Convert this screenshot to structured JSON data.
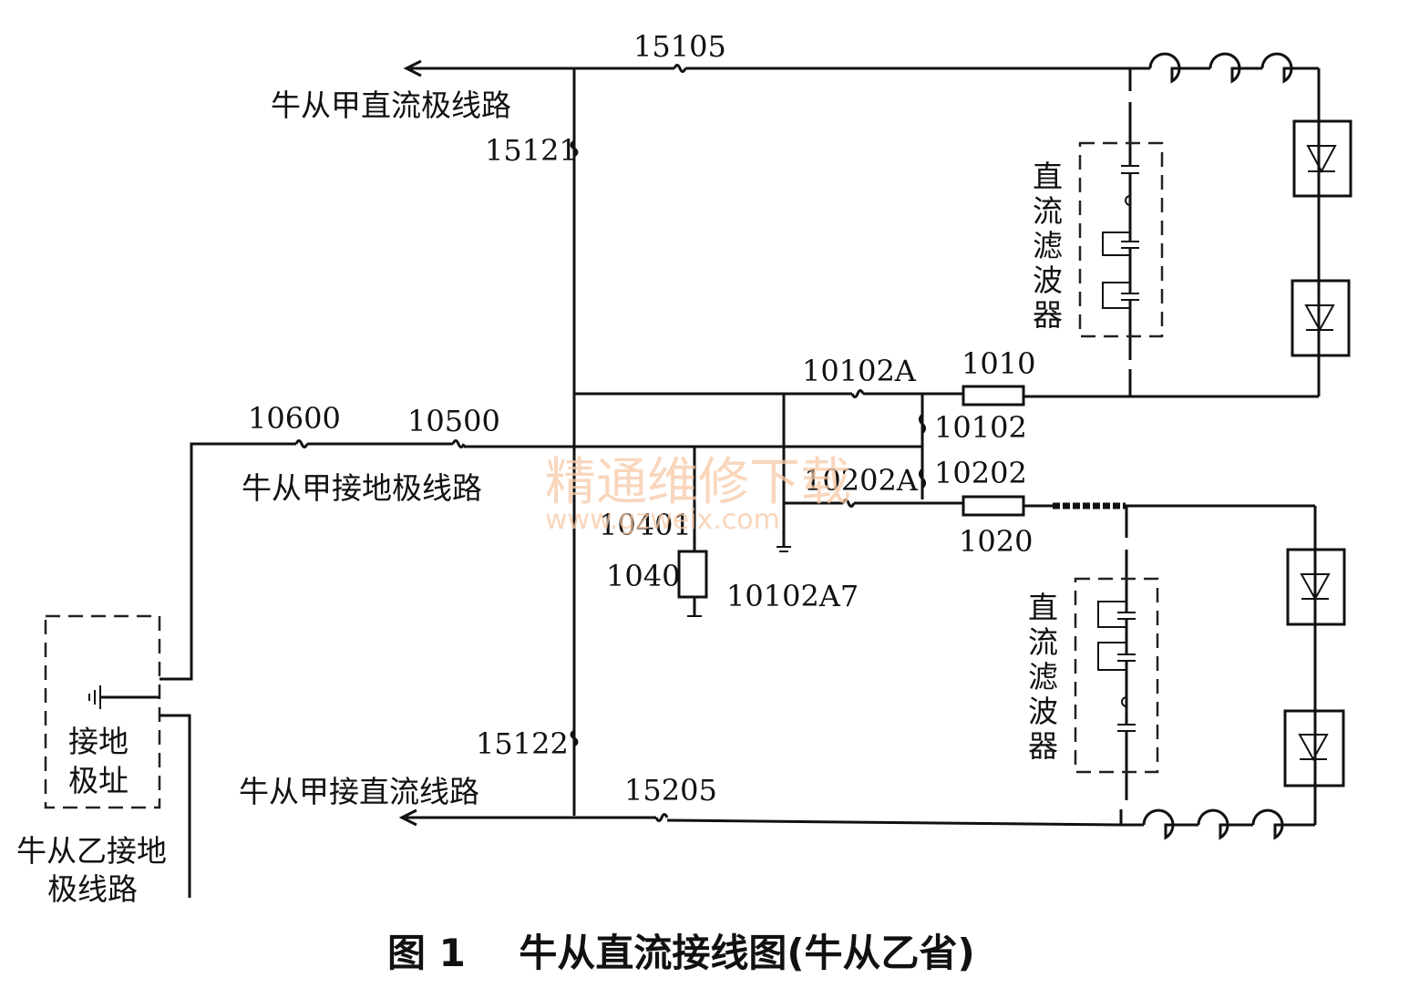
{
  "labels": {
    "line_15105": "15105",
    "line_15121": "15121",
    "line_15122": "15122",
    "line_15205": "15205",
    "line_10600": "10600",
    "line_10500": "10500",
    "line_10102A": "10102A",
    "line_10202A": "10202A",
    "line_1010": "1010",
    "line_10102": "10102",
    "line_10202": "10202",
    "line_1020": "1020",
    "line_10401": "10401",
    "line_1040": "1040",
    "line_10102A7": "10102A7"
  },
  "lines": {
    "pole_line_a": "牛从甲直流极线路",
    "ground_electrode_line_a": "牛从甲接地极线路",
    "dc_line_a": "牛从甲接直流线路",
    "ground_electrode_line_b_1": "牛从乙接地",
    "ground_electrode_line_b_2": "极线路"
  },
  "ground_site": {
    "line1": "接地",
    "line2": "极址"
  },
  "dc_filter_upper": [
    "直",
    "流",
    "滤",
    "波",
    "器"
  ],
  "dc_filter_lower": [
    "直",
    "流",
    "滤",
    "波",
    "器"
  ],
  "caption": "图 1    牛从直流接线图(牛从乙省)",
  "watermark": {
    "text": "精通维修下载",
    "url": "www.gzweix.com"
  }
}
